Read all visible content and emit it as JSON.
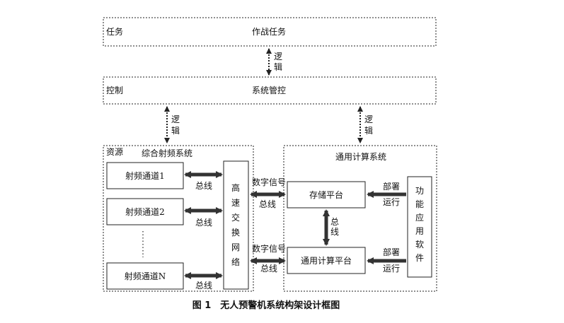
{
  "layers": {
    "task": {
      "label": "任务",
      "title": "作战任务"
    },
    "control": {
      "label": "控制",
      "title": "系统管控"
    },
    "resource": {
      "label": "资源"
    }
  },
  "links": {
    "logic": "逻辑",
    "bus": "总线",
    "digital_signal": "数字信号",
    "deploy": "部署",
    "run": "运行"
  },
  "rf_system": {
    "title": "综合射频系统",
    "channels": [
      "射频通道1",
      "射频通道2",
      "射频通道N"
    ],
    "switch_network": "高速交换网络"
  },
  "computing_system": {
    "title": "通用计算系统",
    "storage": "存储平台",
    "compute": "通用计算平台",
    "software": "功能应用软件"
  },
  "caption": "图 1　无人预警机系统构架设计框图"
}
